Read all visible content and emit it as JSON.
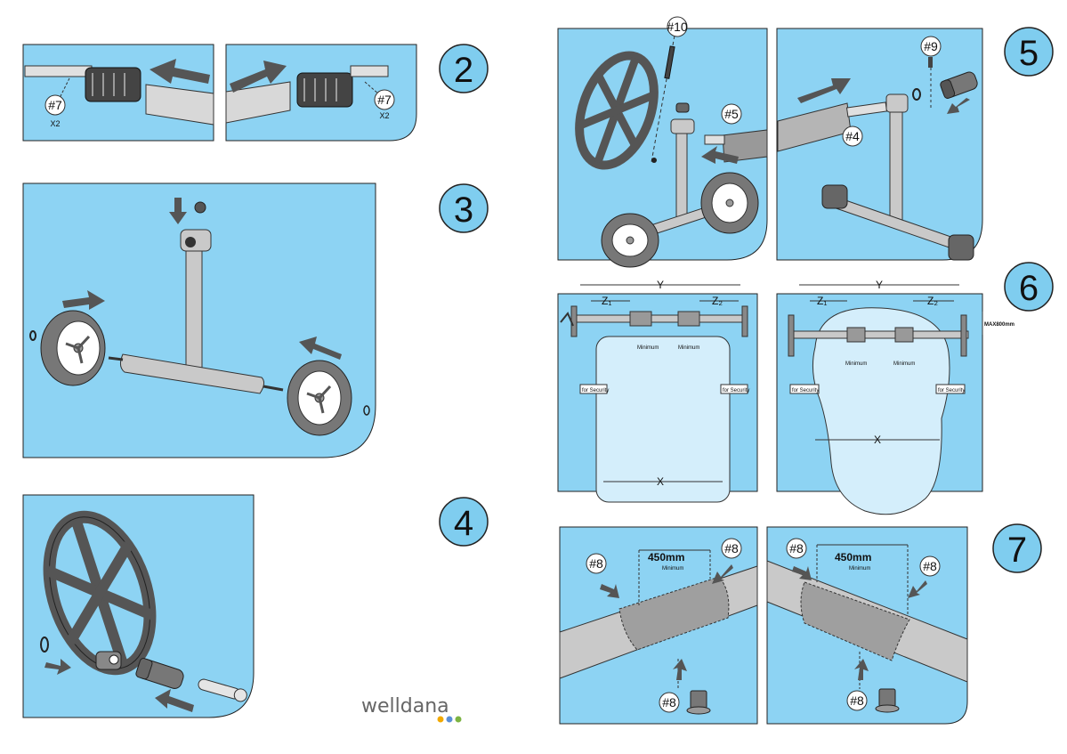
{
  "steps": {
    "s2": "2",
    "s3": "3",
    "s4": "4",
    "s5": "5",
    "s6": "6",
    "s7": "7"
  },
  "parts": {
    "p7": "#7",
    "x2": "X2",
    "p10": "#10",
    "p5": "#5",
    "p9": "#9",
    "p4": "#4",
    "p8": "#8"
  },
  "step6": {
    "y_label": "Y",
    "z1_label": "Z₁",
    "z2_label": "Z₂",
    "x_label": "X",
    "minimum": "Minimum",
    "for_security": "for Security",
    "max": "MAX800mm"
  },
  "step7": {
    "measure": "450mm",
    "minimum": "Minimum"
  },
  "brand": {
    "name": "welldana",
    "dots": [
      "#f2a900",
      "#5b8fd6",
      "#7cb342"
    ]
  },
  "colors": {
    "panel": "#8dd3f3",
    "badge": "#7fcdef",
    "part": "#a9a9a9",
    "outline": "#333333"
  }
}
